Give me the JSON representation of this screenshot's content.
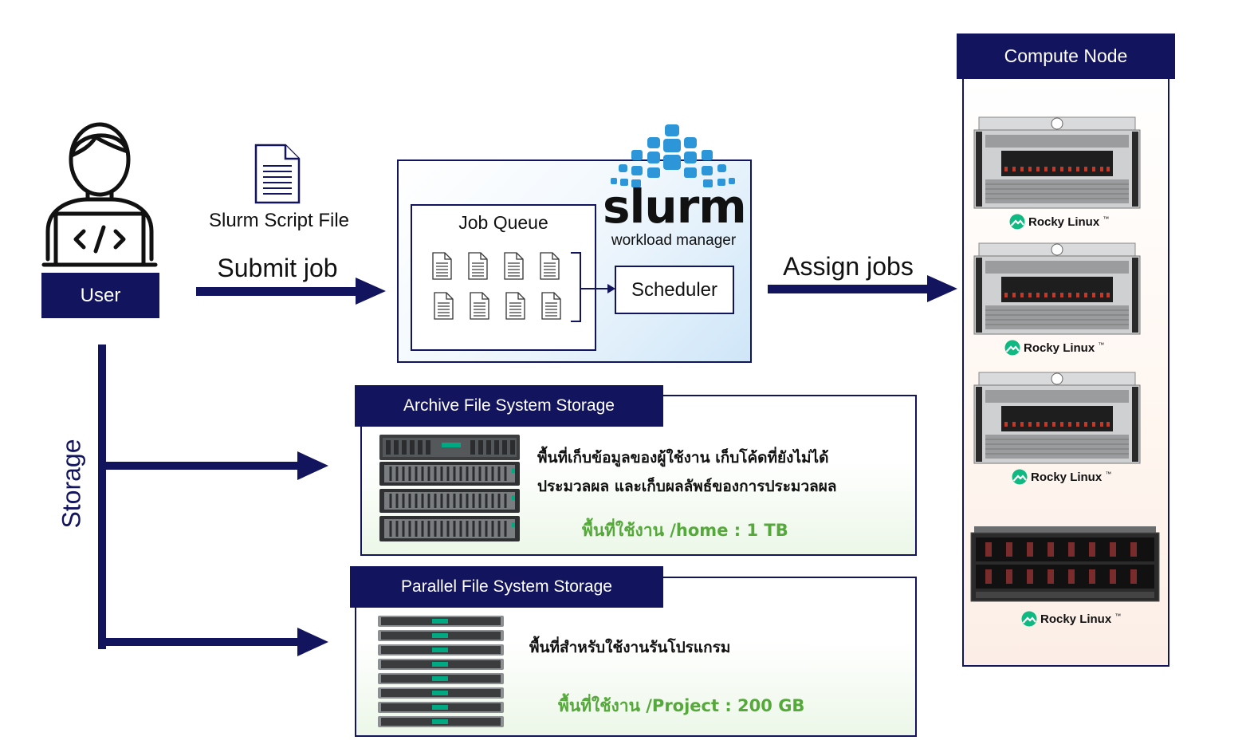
{
  "user": {
    "label": "User",
    "icon": "user-laptop-icon"
  },
  "script_file": {
    "label": "Slurm Script File",
    "icon": "document-icon"
  },
  "submit": {
    "label": "Submit job"
  },
  "slurm": {
    "brand": "slurm",
    "tagline": "workload manager",
    "job_queue_label": "Job Queue",
    "scheduler_label": "Scheduler"
  },
  "assign": {
    "label": "Assign jobs"
  },
  "storage_branch": {
    "label": "Storage"
  },
  "archive": {
    "title": "Archive File System Storage",
    "desc_line1": "พื้นที่เก็บข้อมูลของผู้ใช้งาน เก็บโค้ดที่ยังไม่ได้",
    "desc_line2": "ประมวลผล และเก็บผลลัพธ์ของการประมวลผล",
    "capacity": "พื้นที่ใช้งาน /home : 1 TB"
  },
  "parallel": {
    "title": "Parallel File System Storage",
    "desc": "พื้นที่สำหรับใช้งานรันโปรแกรม",
    "capacity": "พื้นที่ใช้งาน /Project : 200 GB"
  },
  "compute": {
    "title": "Compute Node",
    "os_label": "Rocky Linux",
    "os_mark": "™"
  },
  "colors": {
    "navy": "#13145e",
    "green": "#55a83a",
    "slurm_blue": "#2d96d8",
    "rocky_green": "#10b981"
  }
}
